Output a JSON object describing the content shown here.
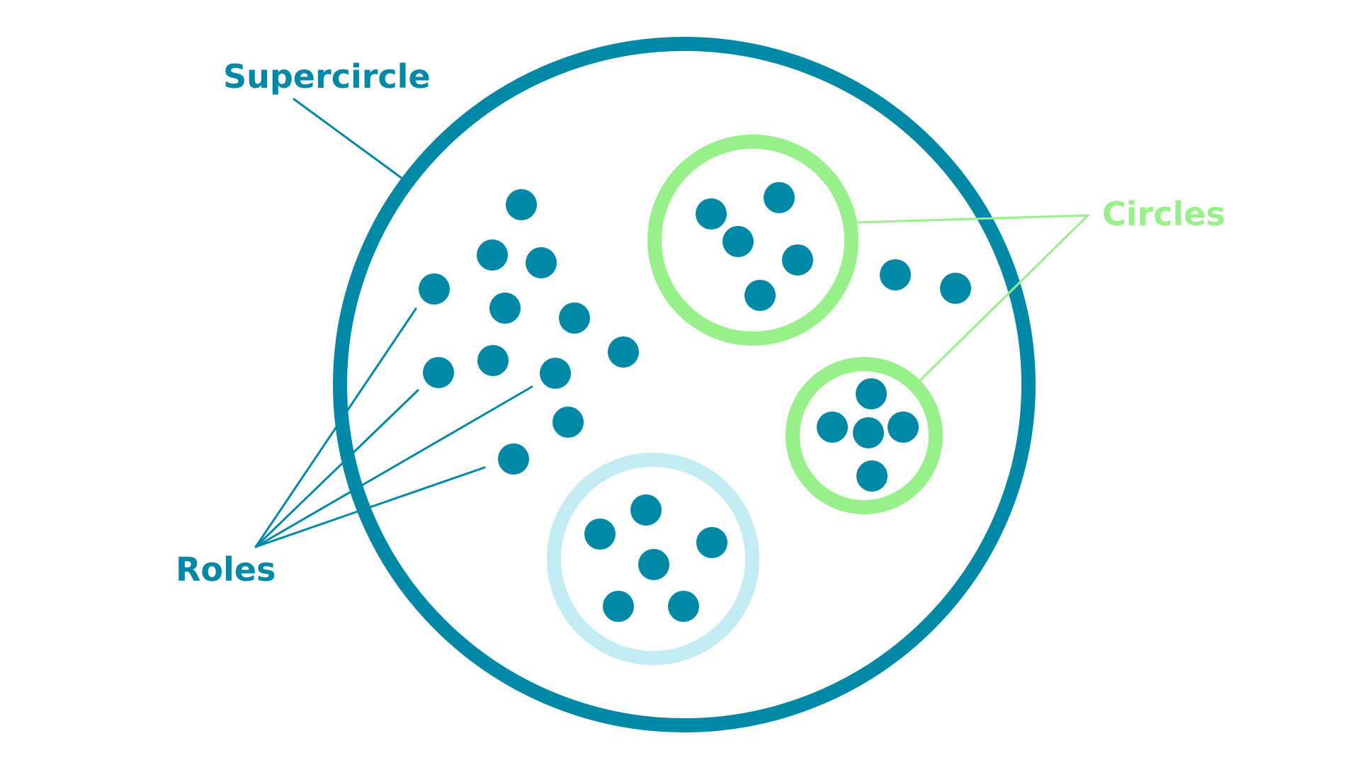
{
  "labels": {
    "supercircle": "Supercircle",
    "circles": "Circles",
    "roles": "Roles"
  },
  "colors": {
    "background": "#ffffff",
    "supercircle_stroke": "#0089A7",
    "role_dot": "#0089A7",
    "circle_green": "#98F08A",
    "circle_light_blue": "#C2EBF2",
    "roles_label": "#0089A7",
    "supercircle_label": "#0089A7",
    "circles_label": "#98F08A"
  }
}
